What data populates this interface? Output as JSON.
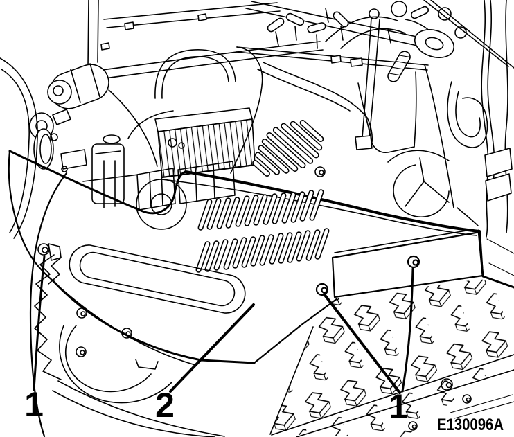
{
  "figure": {
    "code": "E130096A",
    "callouts": [
      {
        "label": "1"
      },
      {
        "label": "2"
      },
      {
        "label": "1"
      }
    ],
    "colors": {
      "line": "#000000",
      "background": "#ffffff"
    }
  }
}
